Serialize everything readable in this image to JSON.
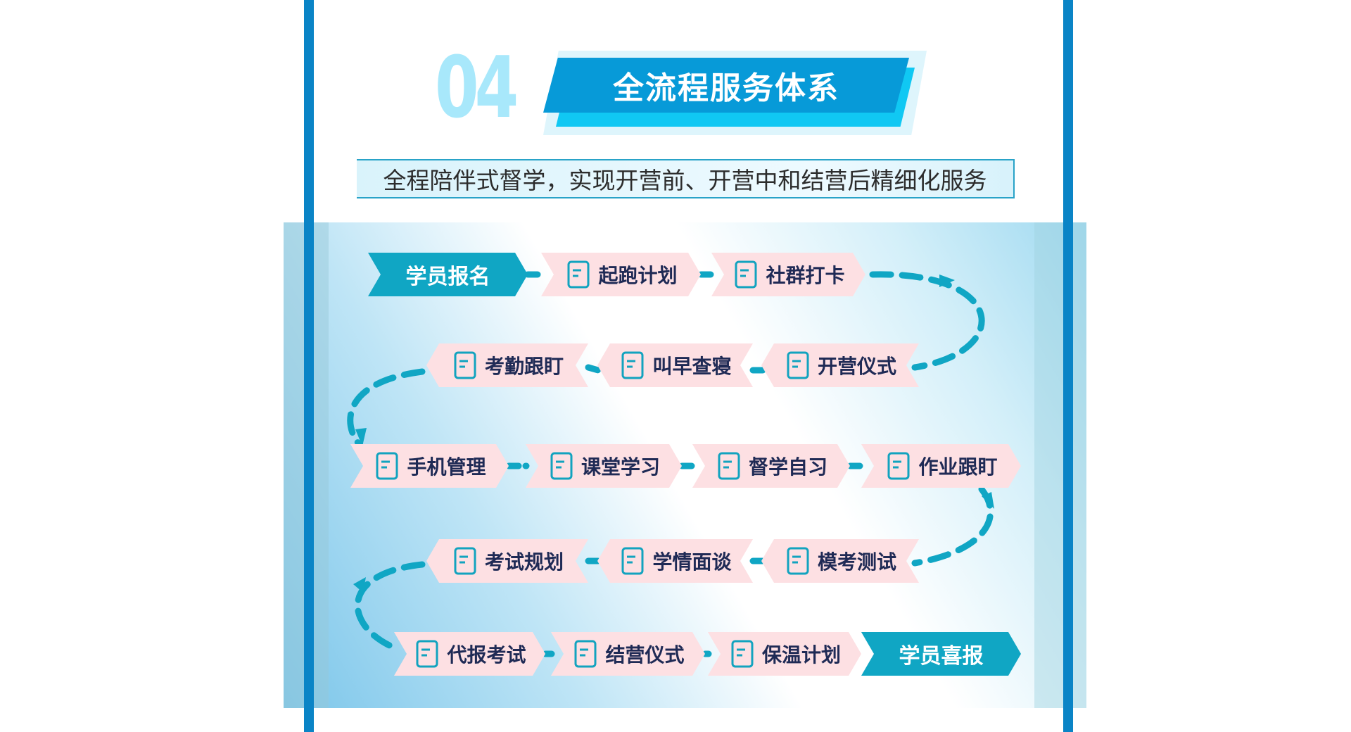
{
  "header": {
    "number": "04",
    "title": "全流程服务体系",
    "subtitle": "全程陪伴式督学，实现开营前、开营中和结营后精细化服务"
  },
  "colors": {
    "border": "#0a84c6",
    "accent": "#10a6c4",
    "chip": "#fde0e3",
    "text": "#1f2a55"
  },
  "rows": [
    [
      {
        "label": "学员报名",
        "icon": ""
      },
      {
        "label": "起跑计划",
        "icon": "document-icon"
      },
      {
        "label": "社群打卡",
        "icon": "letter-a-card-icon"
      }
    ],
    [
      {
        "label": "考勤跟盯",
        "icon": "notebook-icon"
      },
      {
        "label": "叫早查寝",
        "icon": "alarm-clock-icon"
      },
      {
        "label": "开营仪式",
        "icon": "group-people-icon"
      }
    ],
    [
      {
        "label": "手机管理",
        "icon": "phone-icon"
      },
      {
        "label": "课堂学习",
        "icon": "question-card-icon"
      },
      {
        "label": "督学自习",
        "icon": "note-pen-icon"
      },
      {
        "label": "作业跟盯",
        "icon": "note-pen-icon"
      }
    ],
    [
      {
        "label": "考试规划",
        "icon": "clipboard-icon"
      },
      {
        "label": "学情面谈",
        "icon": "interview-icon"
      },
      {
        "label": "模考测试",
        "icon": "pencil-shield-icon"
      }
    ],
    [
      {
        "label": "代报考试",
        "icon": "score-100-monitor-icon"
      },
      {
        "label": "结营仪式",
        "icon": "certificate-icon"
      },
      {
        "label": "保温计划",
        "icon": "book-icon"
      },
      {
        "label": "学员喜报",
        "icon": ""
      }
    ]
  ]
}
